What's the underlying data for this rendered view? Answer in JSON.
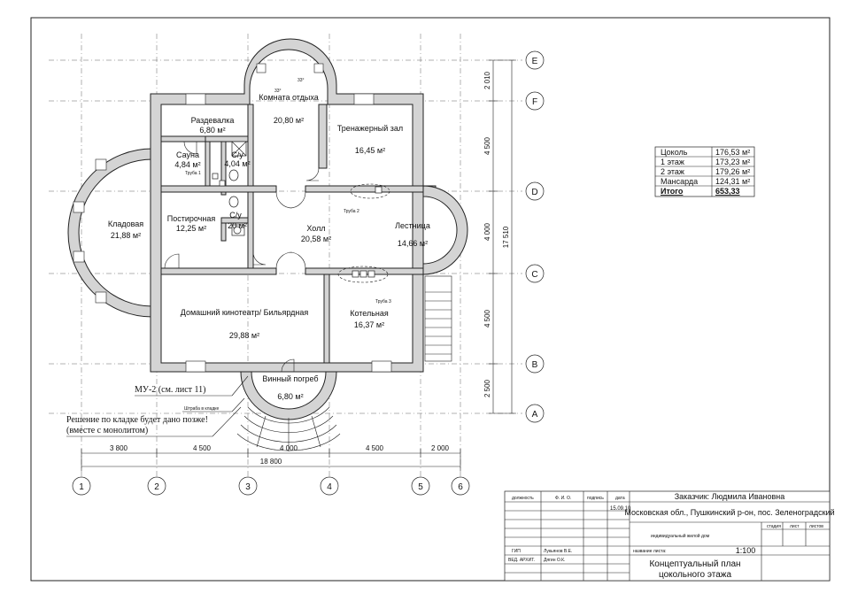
{
  "rooms": [
    {
      "name": "Кладовая",
      "area": "21,88 м²"
    },
    {
      "name": "Раздевалка",
      "area": "6,80 м²"
    },
    {
      "name": "Комната отдыха",
      "area": "20,80 м²"
    },
    {
      "name": "Тренажерный зал",
      "area": "16,45 м²"
    },
    {
      "name": "Сауна",
      "area": "4,84 м²"
    },
    {
      "name": "С/у",
      "area": "4,04 м²"
    },
    {
      "name": "Постирочная",
      "area": "12,25 м²"
    },
    {
      "name": "С/у",
      "area": "20 м²"
    },
    {
      "name": "Холл",
      "area": "20,58 м²"
    },
    {
      "name": "Лестница",
      "area": "14,66 м²"
    },
    {
      "name": "Домашний кинотеатр/ Бильярдная",
      "area": "29,88 м²"
    },
    {
      "name": "Котельная",
      "area": "16,37 м²"
    },
    {
      "name": "Винный погреб",
      "area": "6,80 м²"
    }
  ],
  "annotations": {
    "truba1": "Труба 1",
    "truba2": "Труба 2",
    "truba3": "Труба 3",
    "angle_a": "33°",
    "angle_b": "33°",
    "mu2": "МУ-2 (см. лист 11)",
    "shtraba": "Штраба в кладке",
    "note1": "Решение по кладке будет дано позже!",
    "note2": "(вместе с монолитом)"
  },
  "axes_letters": [
    "E",
    "F",
    "D",
    "C",
    "B",
    "A"
  ],
  "axes_numbers": [
    "1",
    "2",
    "3",
    "4",
    "5",
    "6"
  ],
  "dims_bottom": [
    "3 800",
    "4 500",
    "4 000",
    "4 500",
    "2 000"
  ],
  "dim_total_bottom": "18 800",
  "dims_right": [
    "2 010",
    "4 500",
    "4 000",
    "4 500",
    "2 500"
  ],
  "dim_total_right": "17 510",
  "area_table": [
    {
      "label": "Цоколь",
      "value": "176,53 м²"
    },
    {
      "label": "1 этаж",
      "value": "173,23 м²"
    },
    {
      "label": "2 этаж",
      "value": "179,26 м²"
    },
    {
      "label": "Мансарда",
      "value": "124,31 м²"
    },
    {
      "label": "Итого",
      "value": "653,33"
    }
  ],
  "title_block": {
    "h_dolzhnost": "должность",
    "h_fio": "Ф. И. О.",
    "h_podpis": "подпись",
    "h_data": "дата",
    "date": "15.09.10",
    "customer": "Заказчик: Людмила Ивановна",
    "address": "Московская обл., Пушкинский р-он, пос. Зеленоградский",
    "project": "индивидуальный жилой дом",
    "col_stadiya": "стадия",
    "col_list": "лист",
    "col_listov": "листов",
    "sheet_name_label": "название листа:",
    "scale": "1:100",
    "gip_role": "ГИП",
    "gip_name": "Лукьянов В.Е.",
    "arch_role": "ВЕД. АРХИТ.",
    "arch_name": "Дягин О.К.",
    "sheet_title_1": "Концептуальный план",
    "sheet_title_2": "цокольного этажа"
  }
}
